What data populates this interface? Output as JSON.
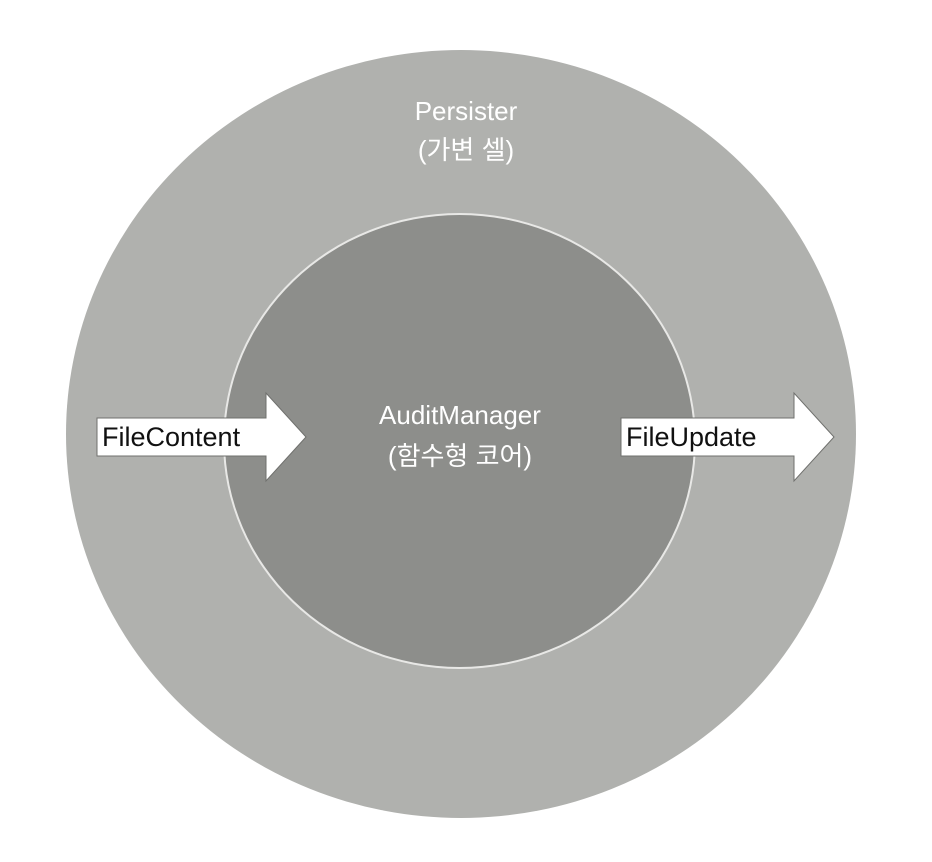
{
  "outer": {
    "title": "Persister",
    "subtitle": "(가변 셀)"
  },
  "inner": {
    "title": "AuditManager",
    "subtitle": "(함수형 코어)"
  },
  "arrows": {
    "input_label": "FileContent",
    "output_label": "FileUpdate"
  },
  "colors": {
    "outer_fill": "#b0b1ae",
    "inner_fill": "#8d8e8b",
    "arrow_fill": "#ffffff",
    "text_on_circle": "#ffffff",
    "arrow_text": "#111111"
  }
}
